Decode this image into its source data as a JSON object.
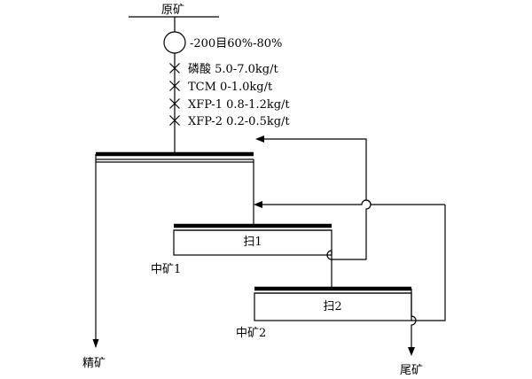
{
  "feed": {
    "label": "原矿"
  },
  "grinding": {
    "label": "-200目60%-80%"
  },
  "reagents": [
    {
      "label": "磷酸 5.0-7.0kg/t"
    },
    {
      "label": "TCM 0-1.0kg/t"
    },
    {
      "label": "XFP-1 0.8-1.2kg/t"
    },
    {
      "label": "XFP-2 0.2-0.5kg/t"
    }
  ],
  "cells": {
    "rougher": {
      "label": ""
    },
    "scavenger1": {
      "label": "扫1"
    },
    "scavenger2": {
      "label": "扫2"
    }
  },
  "middlings": [
    {
      "label": "中矿1"
    },
    {
      "label": "中矿2"
    }
  ],
  "products": {
    "concentrate": {
      "label": "精矿"
    },
    "tailings": {
      "label": "尾矿"
    }
  }
}
